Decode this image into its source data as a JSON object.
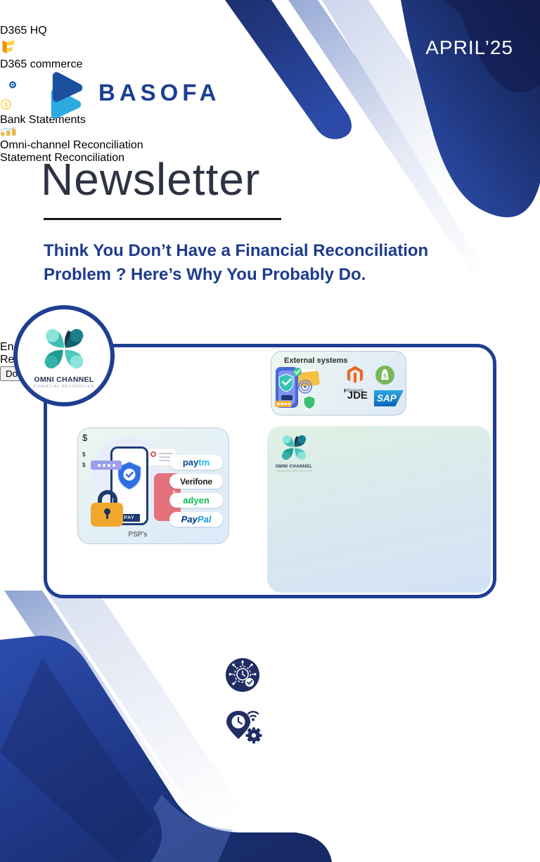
{
  "header": {
    "issue": "APRIL’25",
    "brand": "BASOFA",
    "title": "Newsletter",
    "headline": "Think You Don’t Have a Financial Reconciliation Problem ? Here’s Why You Probably Do."
  },
  "omni": {
    "name": "OMNI CHANNEL",
    "tagline": "FINANCIAL RECONCILER"
  },
  "diagram": {
    "external": {
      "label": "External systems",
      "magento": "Magento",
      "jde": "JDE",
      "sap": "SAP"
    },
    "psp": {
      "caption": "PSP’s",
      "pay": "PAY",
      "paytm_a": "pay",
      "paytm_b": "tm",
      "verifone": "Verifone",
      "adyen": "adyen",
      "paypal_a": "Pay",
      "paypal_b": "Pal"
    },
    "nodes": {
      "hq": "D365 HQ",
      "commerce": "D365 commerce",
      "bank_statements": "Bank Statements"
    },
    "flows": {
      "omni_recon": "Omni-channel Reconciliation",
      "stmt_recon": "Statement Reconciliation"
    }
  },
  "features": [
    {
      "label": "End-to-End Automation"
    },
    {
      "label": "Real-Time Visibility"
    }
  ],
  "cta": {
    "label": "Download our newsletter"
  },
  "colors": {
    "navy_border": "#1e3f92",
    "deep_navy": "#141f4e",
    "band_blue": "#2a4aa6",
    "node_blue": "#1157b0",
    "badge_blue": "#1d4fa0",
    "cta_bg": "#22306e",
    "headline_blue": "#1d3c8d",
    "feature_blue": "#2a4a9e",
    "teal": "#3fbdb2",
    "magento_orange": "#f26322",
    "shopify_green": "#7ab55c",
    "adyen_green": "#0abf53"
  }
}
